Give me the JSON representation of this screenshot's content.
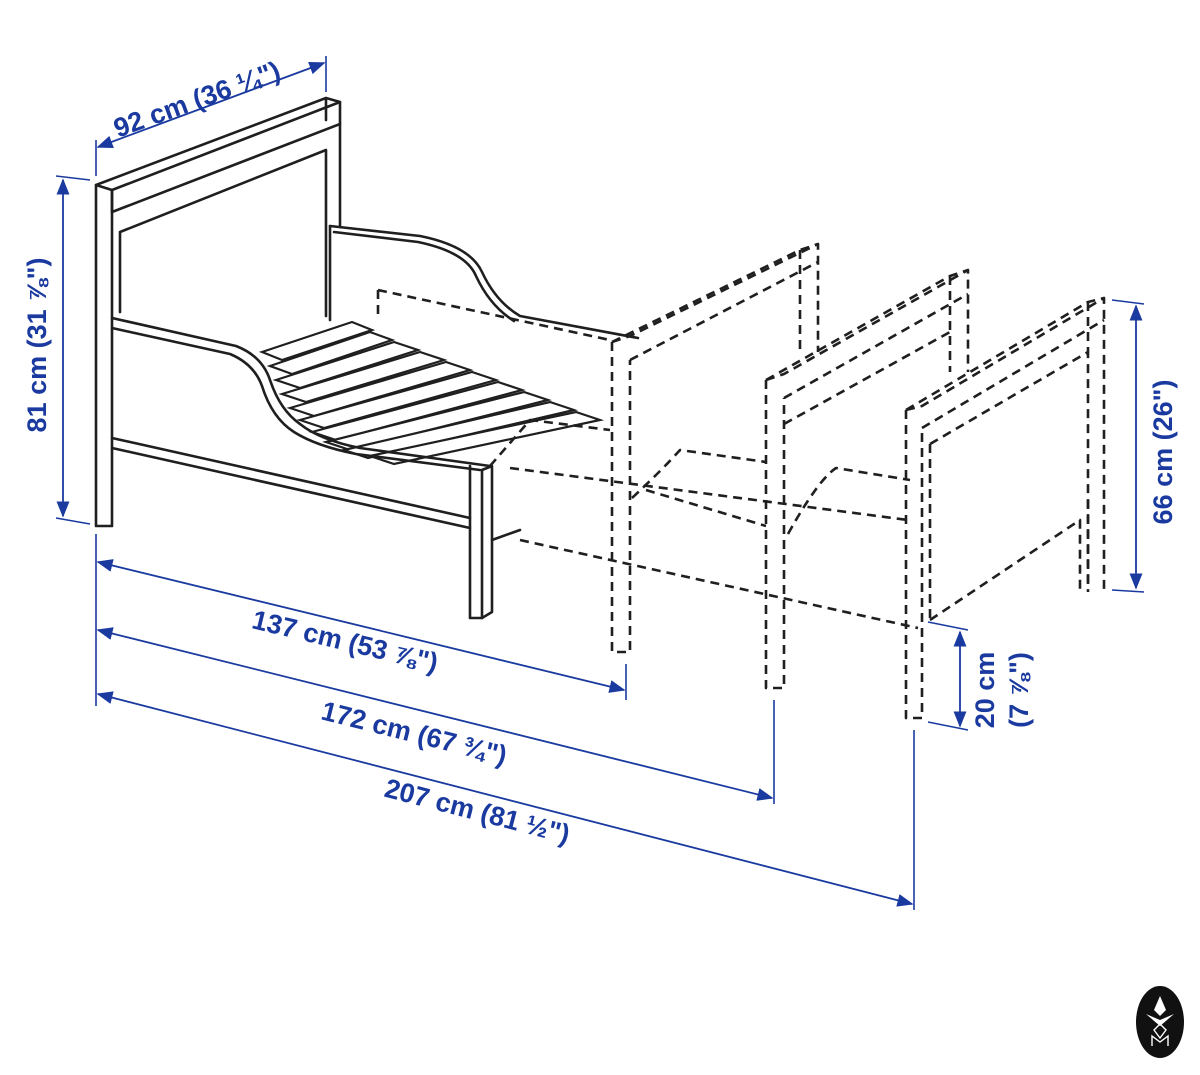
{
  "colors": {
    "dimension": "#1a3aa0",
    "line_art": "#1f1f1f",
    "background": "#ffffff",
    "badge": "#111111"
  },
  "dimensions": {
    "width": "92 cm (36 ¼\")",
    "height": "81 cm (31 ⅞\")",
    "extension_height": "66 cm (26\")",
    "under_bed_clearance_cm": "20 cm",
    "under_bed_clearance_in": "(7 ⅞\")",
    "length_short": "137 cm (53 ⅞\")",
    "length_medium": "172 cm (67 ¾\")",
    "length_long": "207 cm (81 ½\")"
  },
  "badge": {
    "icon": "emblem-icon"
  }
}
